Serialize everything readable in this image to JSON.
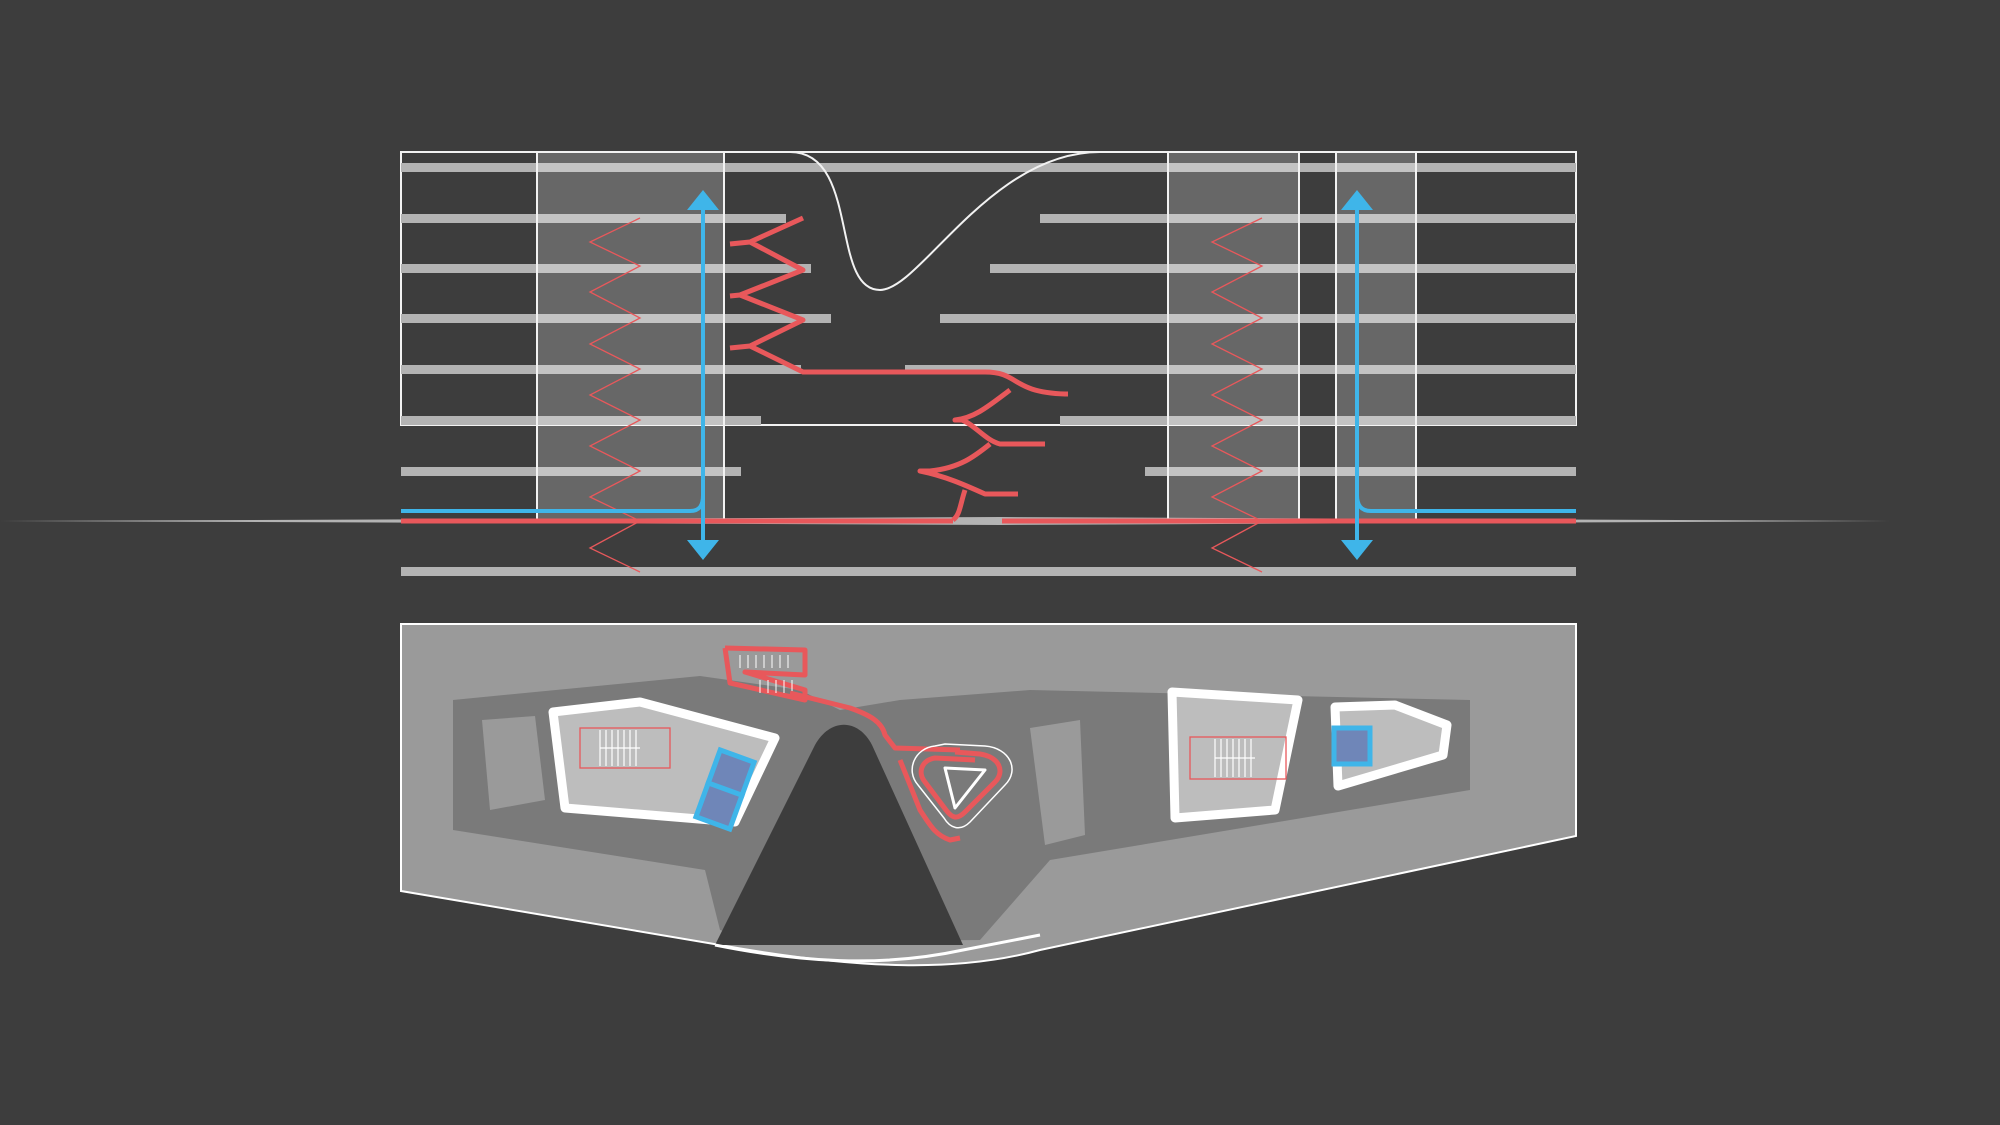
{
  "colors": {
    "background": "#3d3d3d",
    "slab": "#b3b3b3",
    "core_fill": "#ffffff",
    "core_outline": "#f2f2f2",
    "stair_red": "#e8585b",
    "elevator_blue": "#3fb5e9",
    "plan_light": "#9a9a9a",
    "plan_mid": "#7a7a7a",
    "plan_dark": "#3d3d3d",
    "building_fill": "#bdbdbd",
    "building_outline": "#ffffff",
    "elevator_plan_fill": "#6f86b8"
  },
  "section": {
    "cores": [
      "stair-core-left",
      "stair-core-right"
    ],
    "elevators": [
      "elevator-shaft-left",
      "elevator-shaft-right"
    ],
    "circulation": [
      "ramp-stair-zigzag",
      "ground-path"
    ],
    "floor_count": 8
  },
  "plan": {
    "buildings": [
      "building-west",
      "building-east",
      "building-east-small"
    ],
    "circulation": [
      "switchback-stair",
      "ramp-loop"
    ],
    "elevators": [
      "elevator-pair-west",
      "elevator-east"
    ]
  }
}
